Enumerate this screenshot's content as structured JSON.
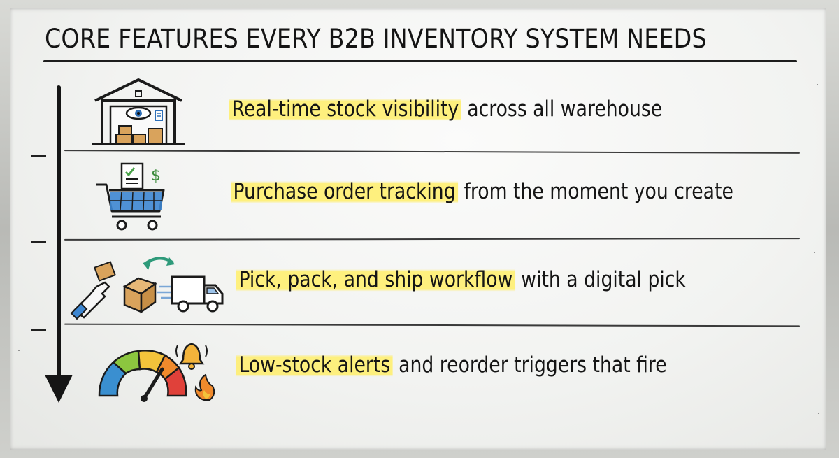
{
  "title": "CORE FEATURES EVERY B2B INVENTORY SYSTEM NEEDS",
  "features": [
    {
      "highlight": "Real-time stock visibility",
      "rest": "across all warehouse",
      "icon": "warehouse-eye-icon"
    },
    {
      "highlight": "Purchase order tracking",
      "rest": "from the moment you create",
      "icon": "shopping-cart-order-icon"
    },
    {
      "highlight": "Pick, pack, and ship workflow",
      "rest": "with a digital pick",
      "icon": "pick-pack-ship-icon"
    },
    {
      "highlight": "Low-stock alerts",
      "rest": "and reorder triggers that fire",
      "icon": "gauge-alert-icon"
    }
  ],
  "colors": {
    "highlight": "#ffee69",
    "ink": "#151515",
    "gauge_blue": "#3a8fd0",
    "gauge_green": "#8cc63f",
    "gauge_yellow": "#f3c33b",
    "gauge_orange": "#f08a2c",
    "gauge_red": "#e0413a",
    "cart_blue": "#3d86d1",
    "box_tan": "#d9a35c"
  }
}
